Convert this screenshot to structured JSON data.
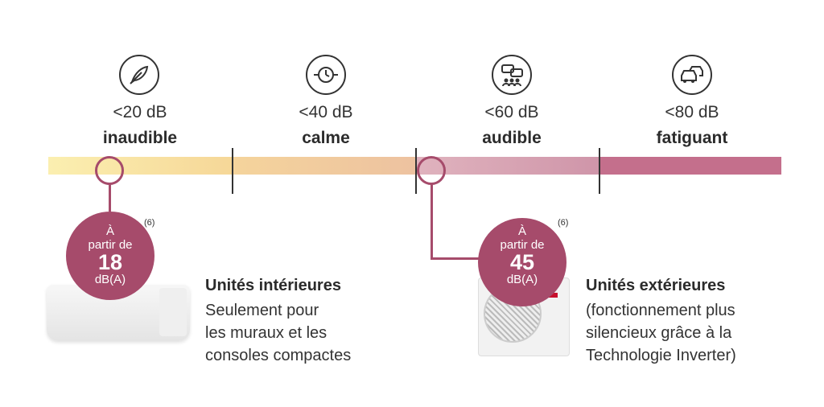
{
  "scale": [
    {
      "level": "<20 dB",
      "label": "inaudible",
      "icon": "feather-icon",
      "color": "#f7e79e"
    },
    {
      "level": "<40 dB",
      "label": "calme",
      "icon": "watch-icon",
      "color": "#f2c99a"
    },
    {
      "level": "<60 dB",
      "label": "audible",
      "icon": "conversation-icon",
      "color": "#d8a5b5"
    },
    {
      "level": "<80 dB",
      "label": "fatiguant",
      "icon": "traffic-icon",
      "color": "#c87591"
    }
  ],
  "indoor": {
    "badge_line1": "À",
    "badge_line2": "partir de",
    "badge_value": "18",
    "badge_unit": "dB(A)",
    "note": "(6)",
    "title": "Unités intérieures",
    "desc_lines": [
      "Seulement pour",
      "les muraux et les",
      "consoles compactes"
    ]
  },
  "outdoor": {
    "badge_line1": "À",
    "badge_line2": "partir de",
    "badge_value": "45",
    "badge_unit": "dB(A)",
    "note": "(6)",
    "title": "Unités extérieures",
    "desc_lines": [
      "(fonctionnement plus",
      "silencieux grâce à la",
      "Technologie Inverter)"
    ]
  },
  "accent_color": "#a64b6b"
}
